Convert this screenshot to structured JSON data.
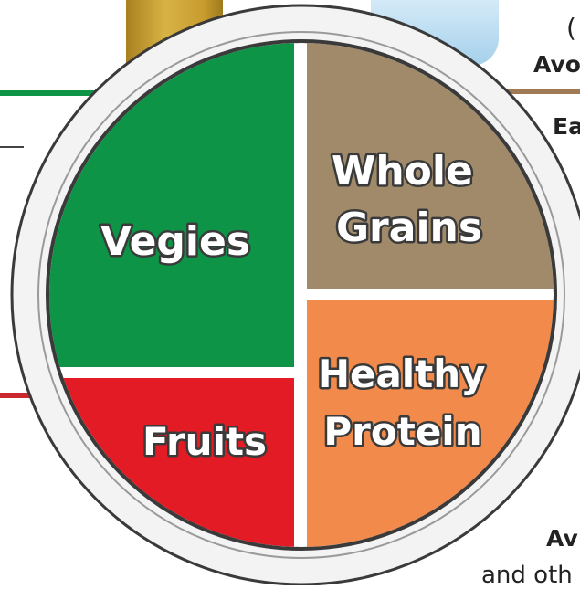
{
  "plate": {
    "segments": [
      {
        "id": "vegies",
        "lines": [
          "Vegies"
        ],
        "color": "#0d9446"
      },
      {
        "id": "whole-grains",
        "lines": [
          "Whole",
          "Grains"
        ],
        "color": "#a08a6a"
      },
      {
        "id": "fruits",
        "lines": [
          "Fruits"
        ],
        "color": "#e21b24"
      },
      {
        "id": "healthy-protein",
        "lines": [
          "Healthy",
          "Protein"
        ],
        "color": "#f18a4a"
      }
    ],
    "rim_color": "#f3f3f3",
    "outline_color": "#3a3a3a"
  },
  "edge_text": {
    "top_right_paren": "(",
    "top_right": "Avo",
    "mid_right": "Ea",
    "bottom_right": "Av",
    "bottom_right_2": "and oth"
  },
  "colors": {
    "bottle": "#c9a031",
    "glass": "#b9ddf2",
    "green_line": "#0d9446",
    "red_line": "#c8282e",
    "brown_line": "#a07a55"
  }
}
